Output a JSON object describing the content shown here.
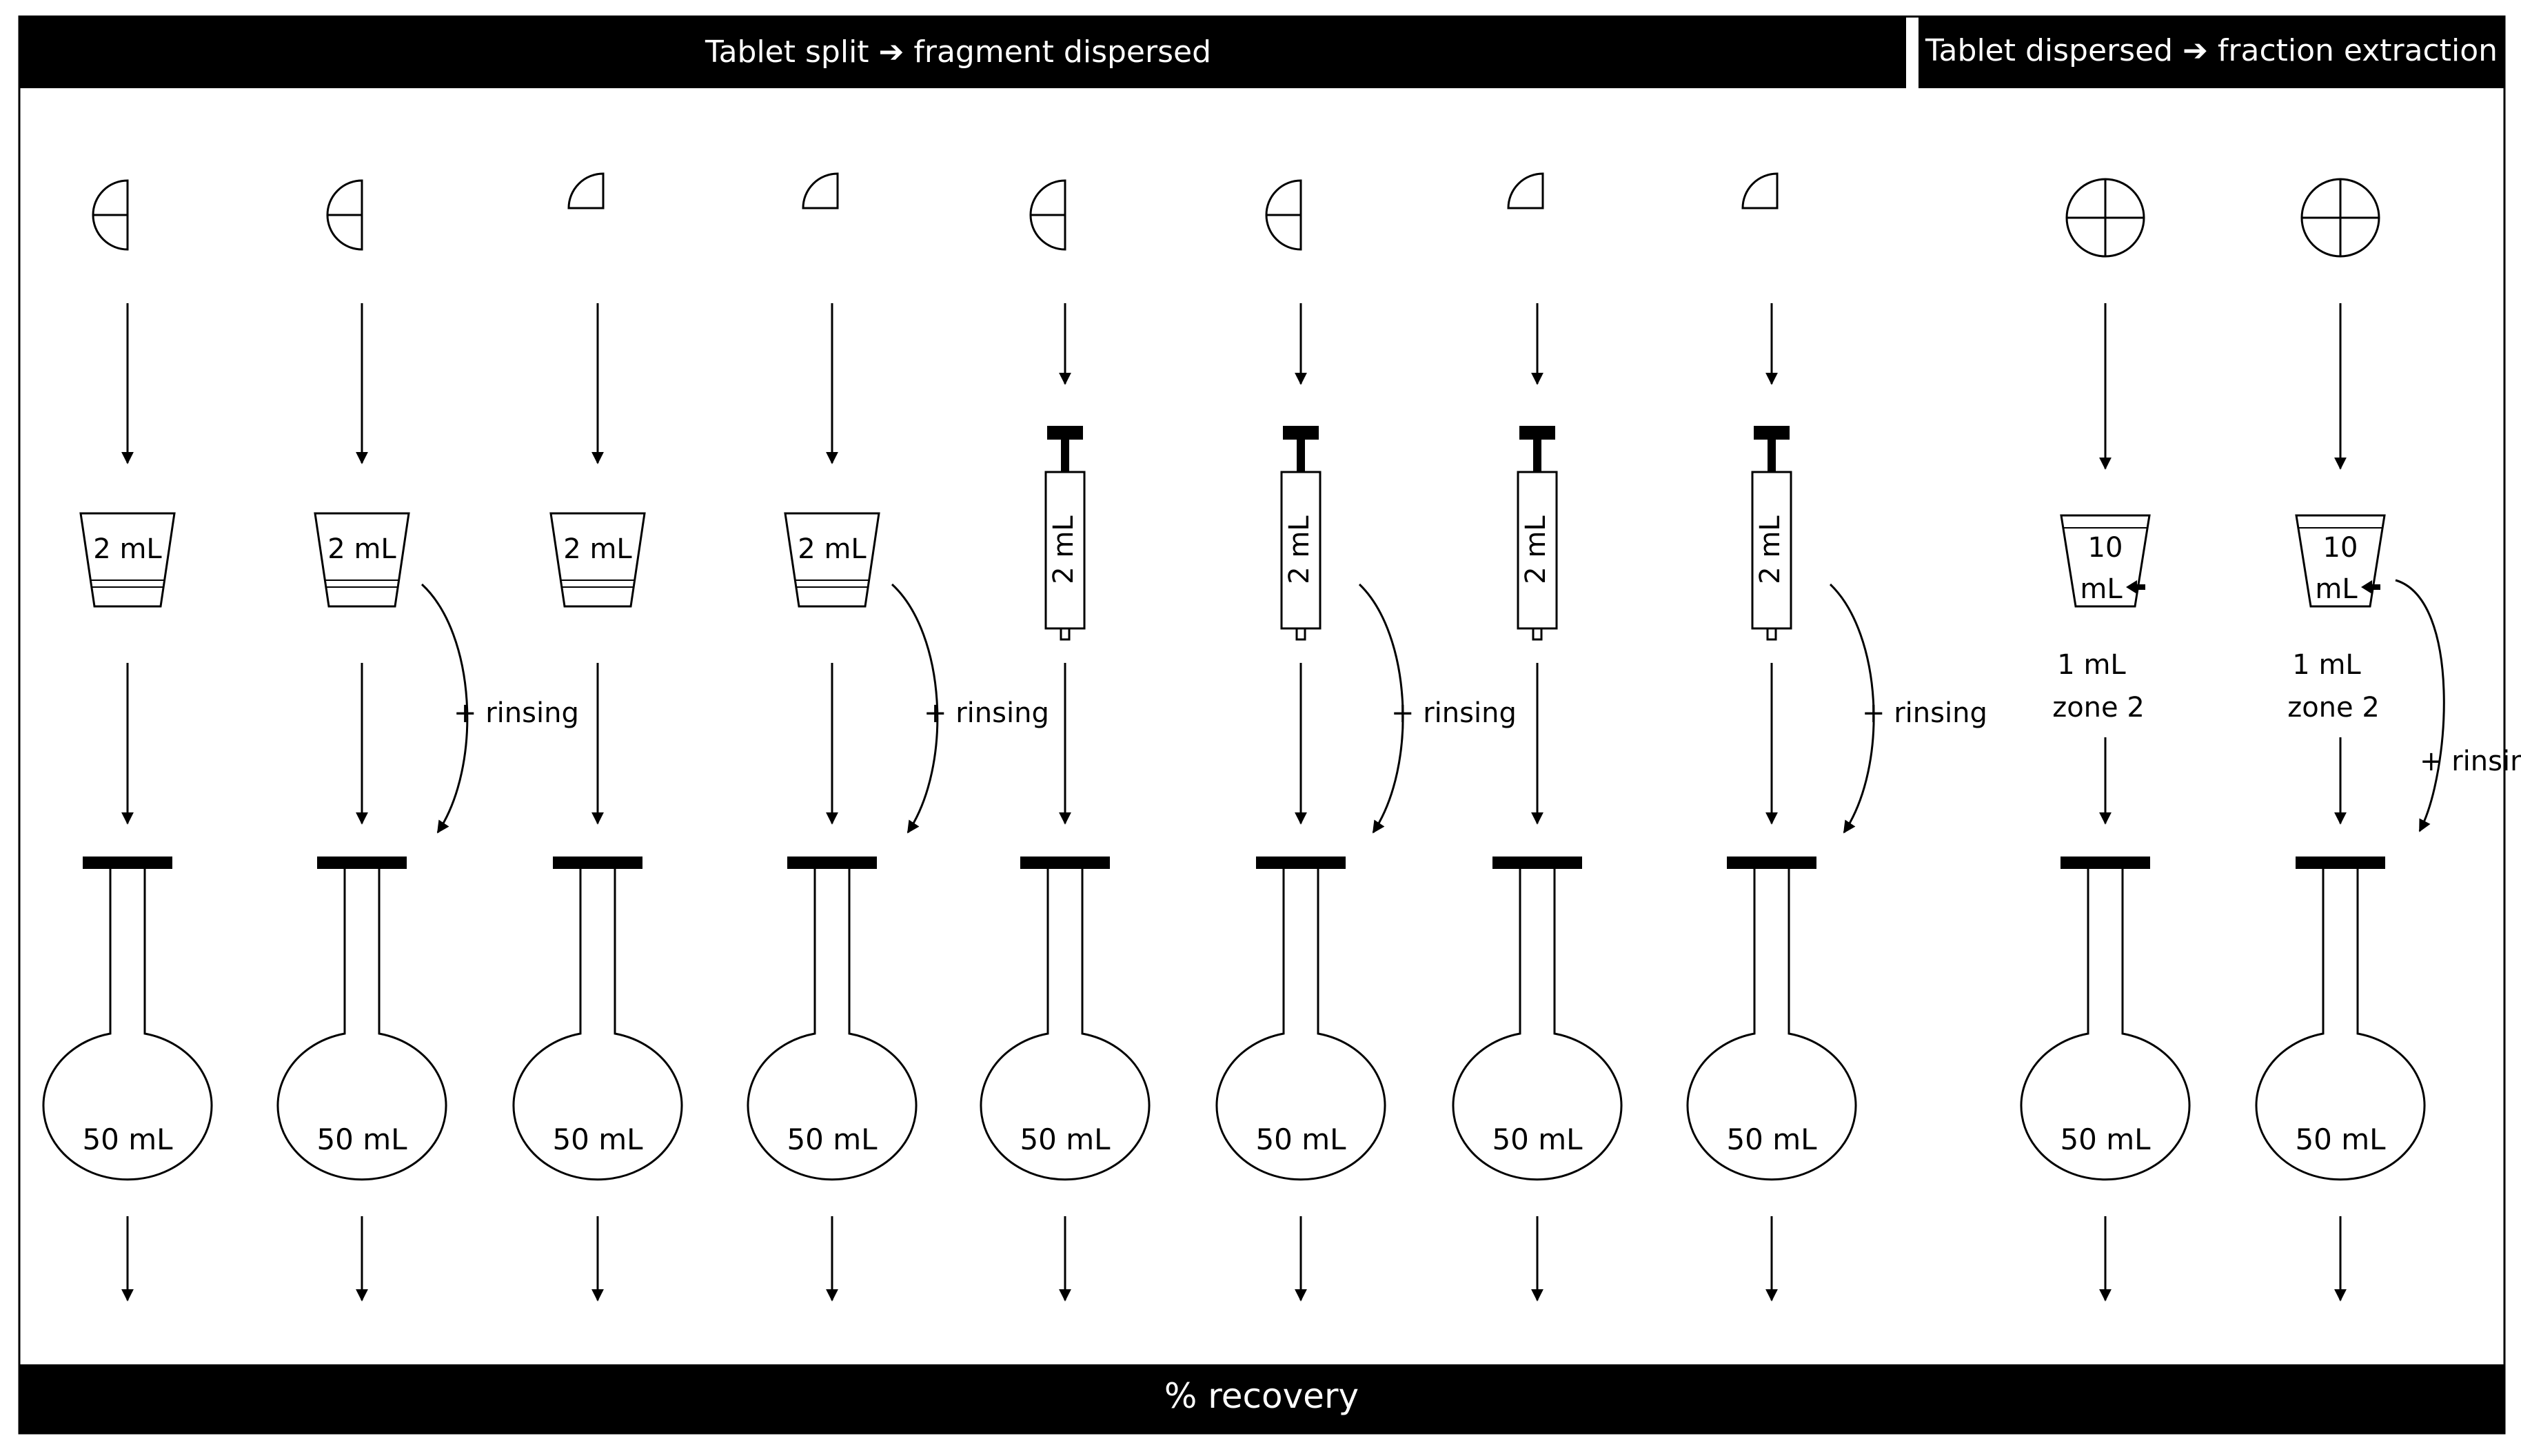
{
  "header_left": "Tablet split ➔ fragment dispersed",
  "header_right": "Tablet dispersed ➔ fraction extraction",
  "footer": "% recovery",
  "colors": {
    "band": "#000000",
    "ink": "#000000",
    "paper": "#ffffff"
  },
  "columns": [
    {
      "fragment": "half-tablet",
      "device": "cup",
      "device_label": "2 mL",
      "rinsing": "",
      "flask_label": "50 mL"
    },
    {
      "fragment": "half-tablet",
      "device": "cup",
      "device_label": "2 mL",
      "rinsing": "+ rinsing",
      "flask_label": "50 mL"
    },
    {
      "fragment": "quarter-tablet",
      "device": "cup",
      "device_label": "2 mL",
      "rinsing": "",
      "flask_label": "50 mL"
    },
    {
      "fragment": "quarter-tablet",
      "device": "cup",
      "device_label": "2 mL",
      "rinsing": "+ rinsing",
      "flask_label": "50 mL"
    },
    {
      "fragment": "half-tablet",
      "device": "syringe",
      "device_label": "2 mL",
      "rinsing": "",
      "flask_label": "50 mL"
    },
    {
      "fragment": "half-tablet",
      "device": "syringe",
      "device_label": "2 mL",
      "rinsing": "+ rinsing",
      "flask_label": "50 mL"
    },
    {
      "fragment": "quarter-tablet",
      "device": "syringe",
      "device_label": "2 mL",
      "rinsing": "",
      "flask_label": "50 mL"
    },
    {
      "fragment": "quarter-tablet",
      "device": "syringe",
      "device_label": "2 mL",
      "rinsing": "+ rinsing",
      "flask_label": "50 mL"
    },
    {
      "fragment": "whole-tablet",
      "device": "big-cup",
      "device_label": [
        "10",
        "mL"
      ],
      "fraction": [
        "1 mL",
        "zone 2"
      ],
      "rinsing": "",
      "flask_label": "50 mL"
    },
    {
      "fragment": "whole-tablet",
      "device": "big-cup",
      "device_label": [
        "10",
        "mL"
      ],
      "fraction": [
        "1 mL",
        "zone 2"
      ],
      "rinsing": "+ rinsing",
      "flask_label": "50 mL"
    }
  ]
}
